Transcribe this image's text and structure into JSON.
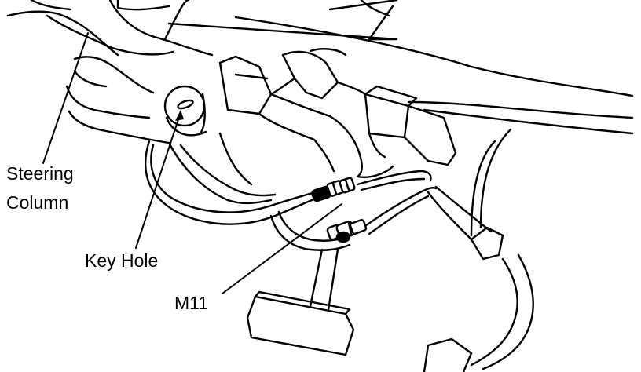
{
  "labels": {
    "steering_column_line1": "Steering",
    "steering_column_line2": "Column",
    "key_hole": "Key Hole",
    "connector": "M11"
  },
  "colors": {
    "ink": "#000000",
    "paper": "#ffffff"
  }
}
